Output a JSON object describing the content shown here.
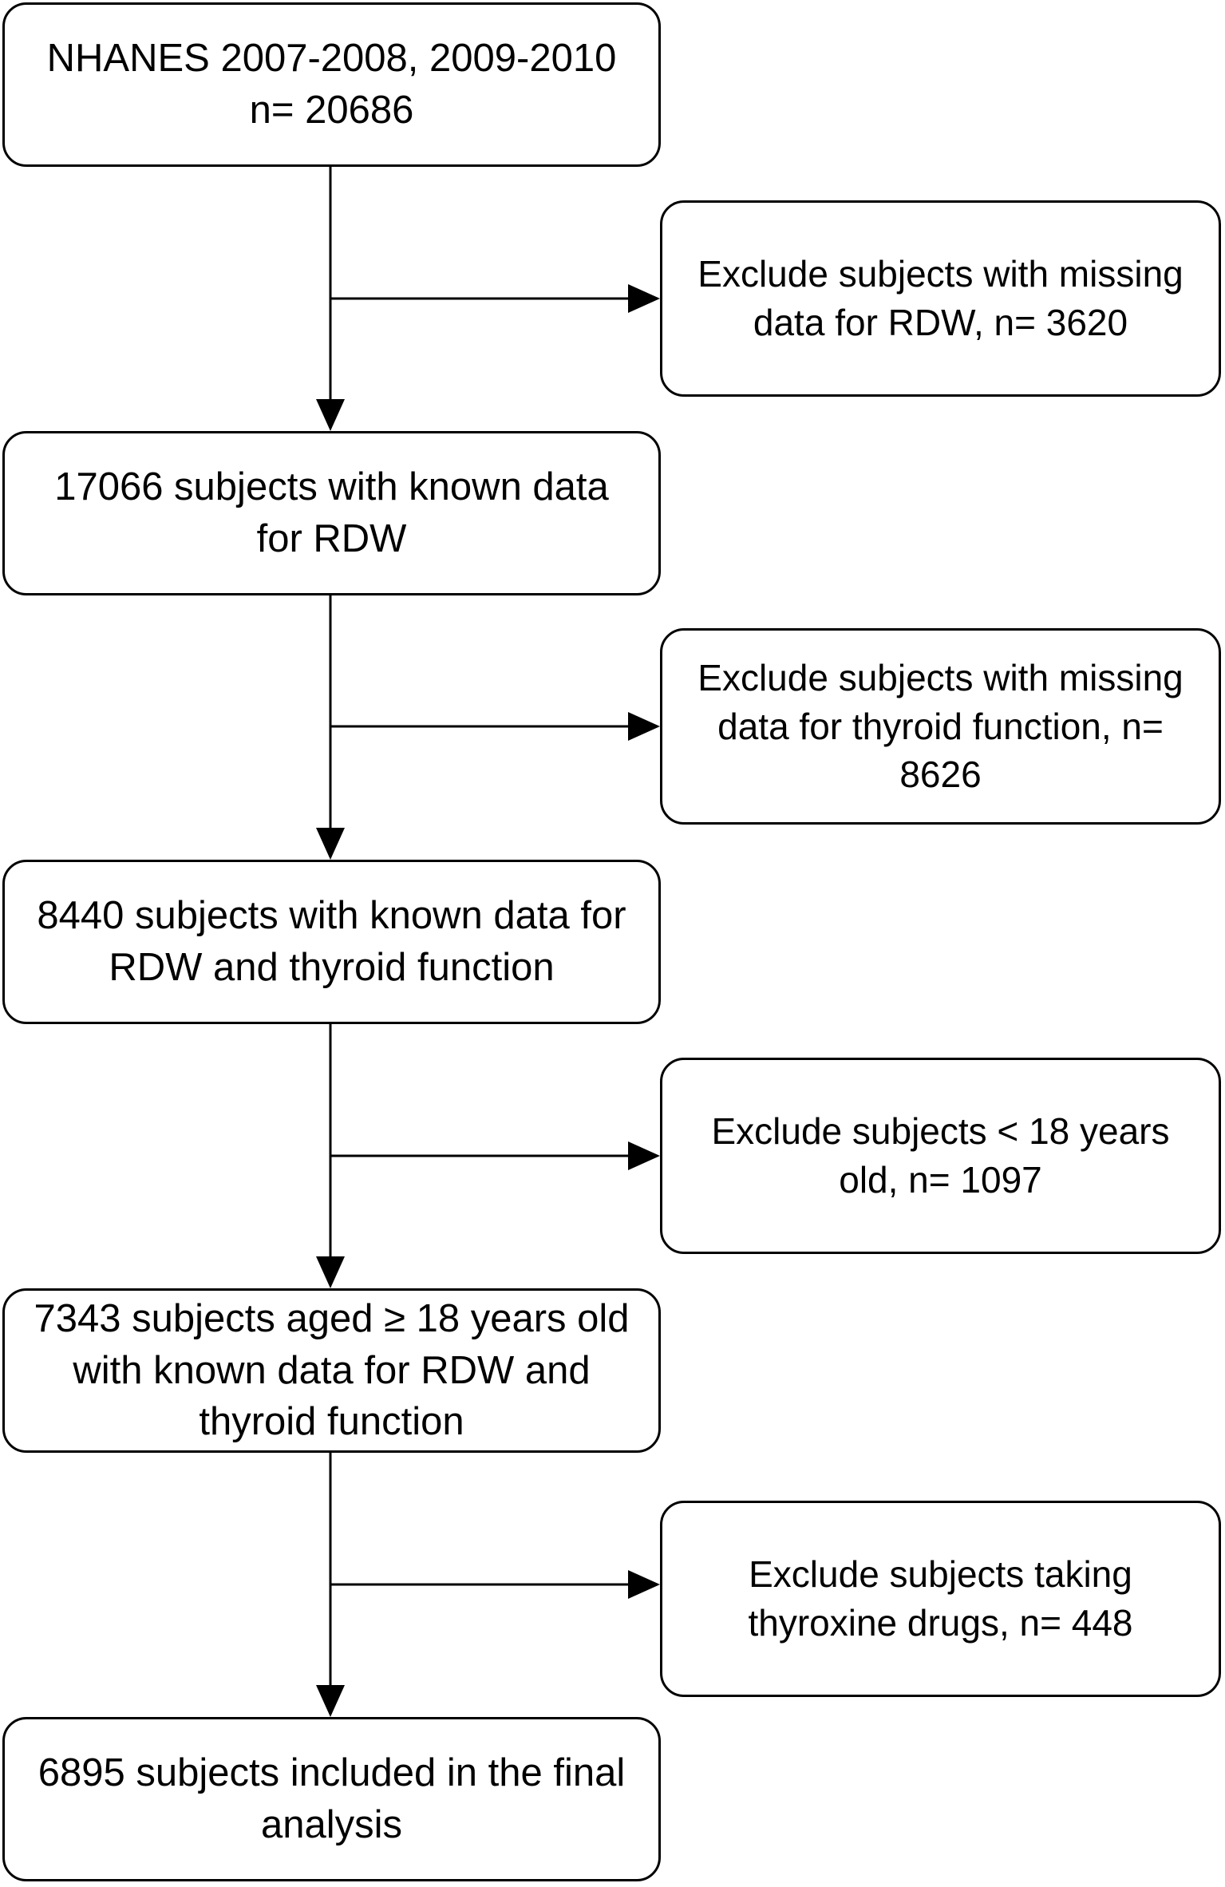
{
  "flowchart": {
    "main_steps": [
      {
        "text": "NHANES 2007-2008, 2009-2010\nn= 20686"
      },
      {
        "text": "17066 subjects with known data\nfor RDW"
      },
      {
        "text": "8440 subjects with known data for\nRDW and thyroid function"
      },
      {
        "text": "7343 subjects aged ≥ 18 years old\nwith known data for RDW and\nthyroid function"
      },
      {
        "text": "6895 subjects included in the final\nanalysis"
      }
    ],
    "exclusions": [
      {
        "text": "Exclude subjects with missing\ndata for RDW, n= 3620"
      },
      {
        "text": "Exclude subjects with missing\ndata for thyroid function, n=\n8626"
      },
      {
        "text": "Exclude subjects < 18 years\nold, n= 1097"
      },
      {
        "text": "Exclude subjects taking\nthyroxine drugs, n= 448"
      }
    ],
    "colors": {
      "stroke": "#000000",
      "background": "#ffffff"
    }
  }
}
